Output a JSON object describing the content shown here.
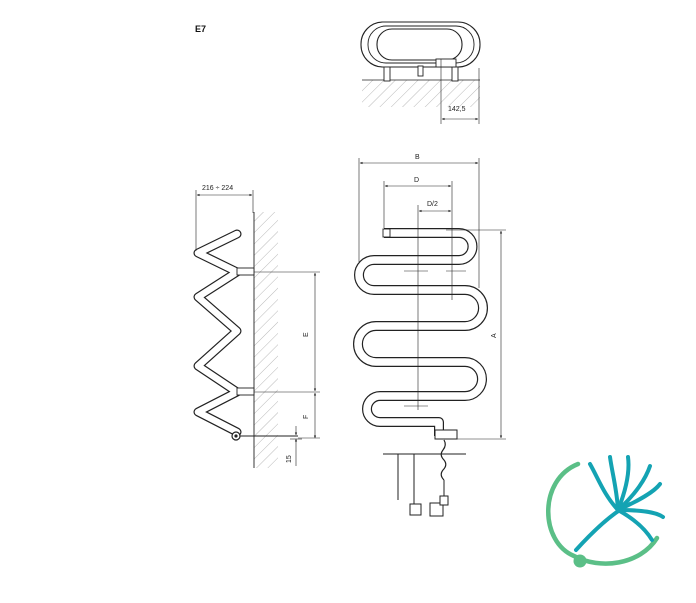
{
  "model": "E7",
  "dimensions": {
    "offset_top_view": "142,5",
    "width_b": "B",
    "width_d": "D",
    "half_d": "D/2",
    "depth_range": "216 ÷ 224",
    "height_a": "A",
    "spacing_e": "E",
    "spacing_f": "F",
    "base_15": "15"
  },
  "colors": {
    "line": "#222222",
    "hatch": "#999999",
    "logo_green": "#5bbf87",
    "logo_teal": "#14a3b3"
  },
  "logo": {
    "icon": "dandelion-seed-logo"
  }
}
